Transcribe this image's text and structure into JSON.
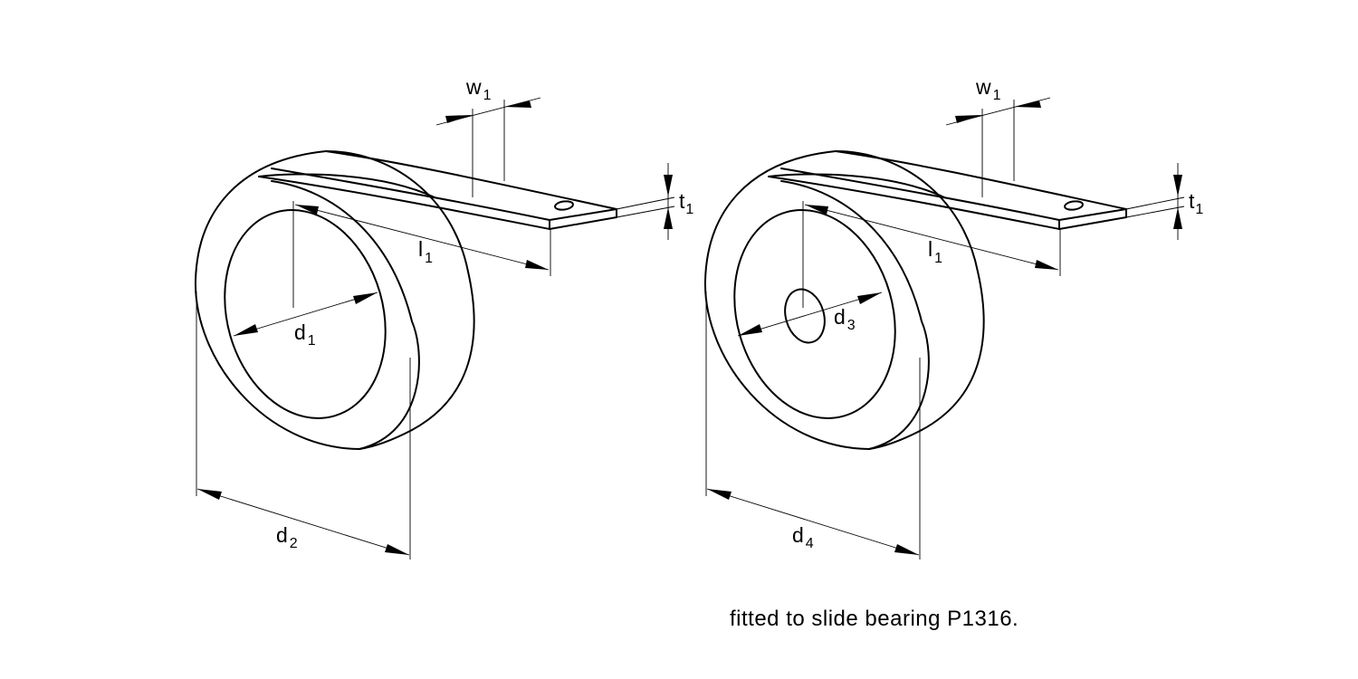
{
  "figure": {
    "left": {
      "labels": {
        "w": {
          "main": "w",
          "sub": "1"
        },
        "t": {
          "main": "t",
          "sub": "1"
        },
        "l": {
          "main": "l",
          "sub": "1"
        },
        "d_inner": {
          "main": "d",
          "sub": "1"
        },
        "d_outer": {
          "main": "d",
          "sub": "2"
        }
      }
    },
    "right": {
      "labels": {
        "w": {
          "main": "w",
          "sub": "1"
        },
        "t": {
          "main": "t",
          "sub": "1"
        },
        "l": {
          "main": "l",
          "sub": "1"
        },
        "d_inner": {
          "main": "d",
          "sub": "3"
        },
        "d_outer": {
          "main": "d",
          "sub": "4"
        }
      }
    }
  },
  "caption": "fitted to slide bearing P1316."
}
